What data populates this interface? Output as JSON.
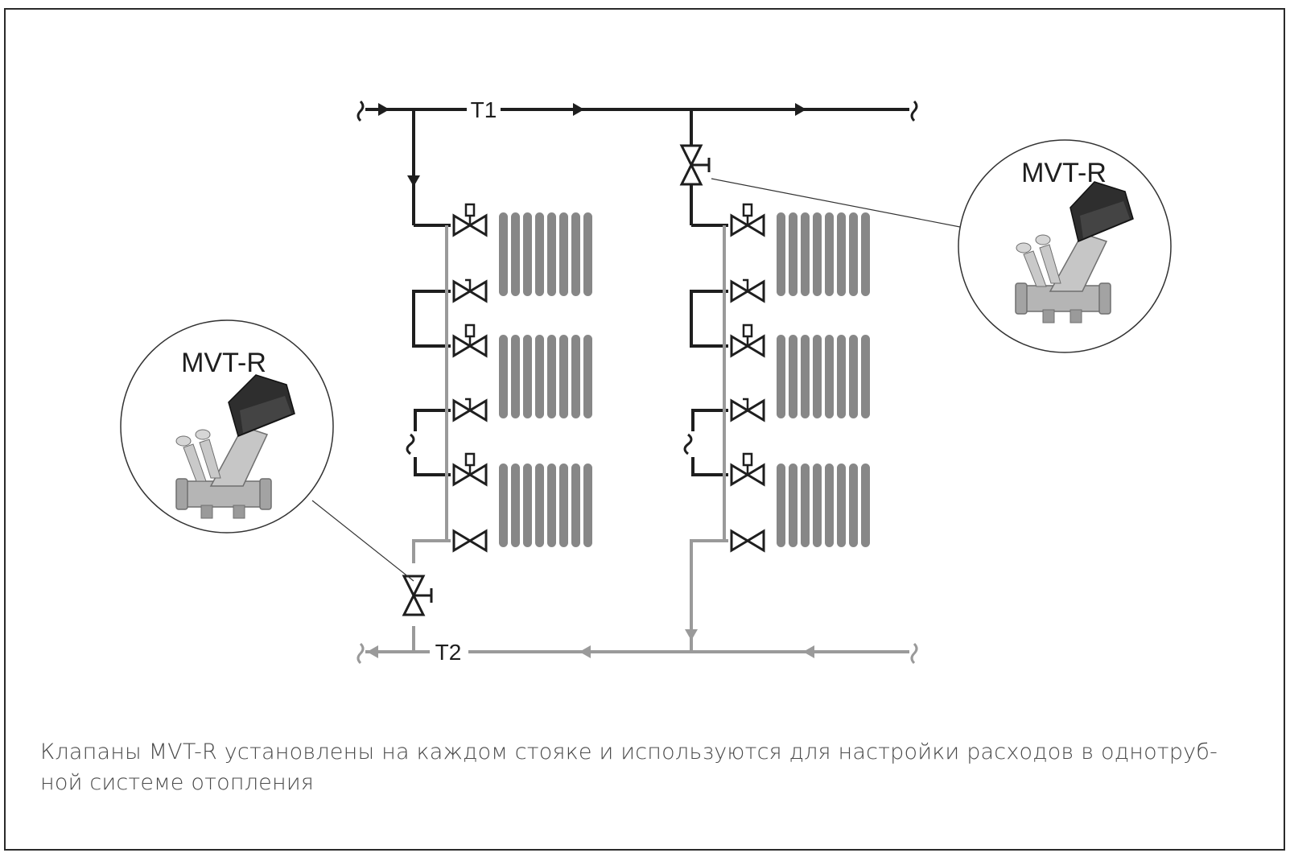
{
  "diagram": {
    "supply_label": "T1",
    "return_label": "T2",
    "callouts": [
      {
        "label": "MVT-R"
      },
      {
        "label": "MVT-R"
      }
    ]
  },
  "caption": {
    "line1": "Клапаны MVT-R установлены на каждом стояке и используются для настройки расходов в однотруб-",
    "line2": "ной системе отопления"
  },
  "colors": {
    "supply_pipe": "#1e1e1e",
    "return_pipe": "#9a9a9a",
    "radiator": "#878787",
    "frame": "#2a2a2a",
    "caption_text": "#4a4a4a"
  }
}
